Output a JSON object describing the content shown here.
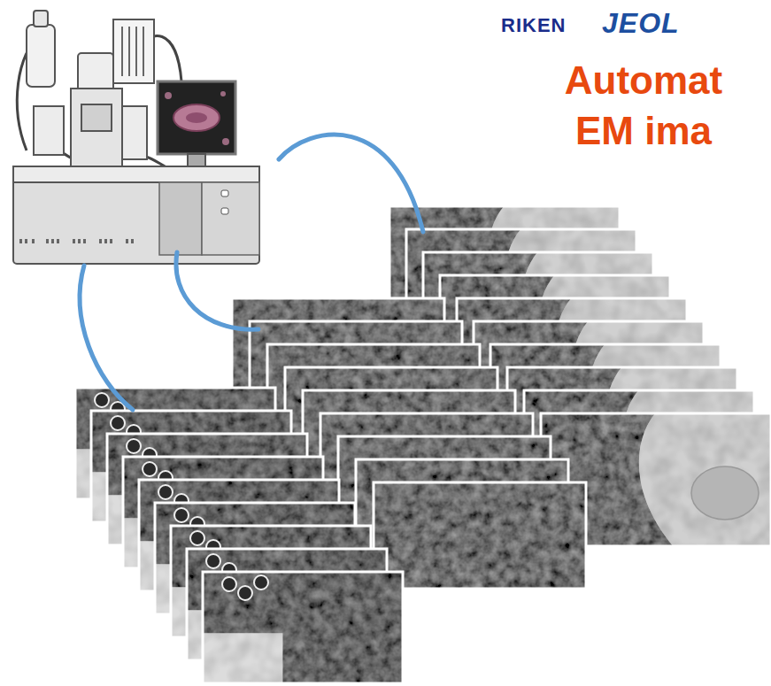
{
  "diagram": {
    "title": "Automat EM ima",
    "labels": [
      "RIKEN",
      "JEOL"
    ]
  }
}
